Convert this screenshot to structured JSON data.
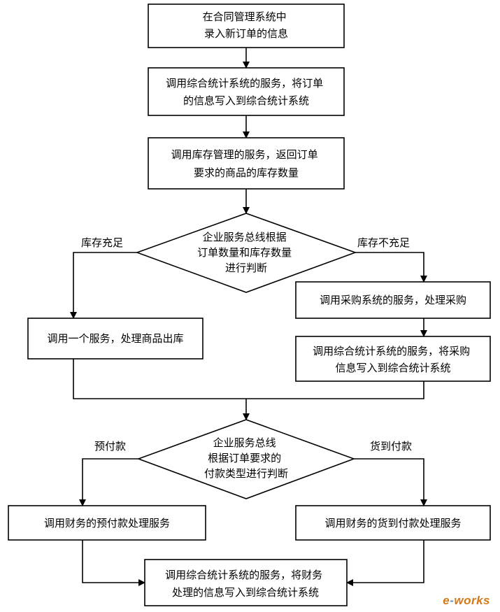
{
  "nodes": {
    "enter_order": [
      "在合同管理系统中",
      "录入新订单的信息"
    ],
    "write_order_stats": [
      "调用综合统计系统的服务，将订单",
      "的信息写入到综合统计系统"
    ],
    "query_inventory": [
      "调用库存管理的服务，返回订单",
      "要求的商品的库存数量"
    ],
    "decision_inventory": [
      "企业服务总线根据",
      "订单数量和库存数量",
      "进行判断"
    ],
    "ship_goods": [
      "调用一个服务，处理商品出库"
    ],
    "purchase": [
      "调用采购系统的服务，处理采购"
    ],
    "write_purchase_stats": [
      "调用综合统计系统的服务，将采购",
      "信息写入到综合统计系统"
    ],
    "decision_payment": [
      "企业服务总线",
      "根据订单要求的",
      "付款类型进行判断"
    ],
    "prepay": [
      "调用财务的预付款处理服务"
    ],
    "cod": [
      "调用财务的货到付款处理服务"
    ],
    "write_finance_stats": [
      "调用综合统计系统的服务，将财务",
      "处理的信息写入到综合统计系统"
    ]
  },
  "edge_labels": {
    "stock_enough": "库存充足",
    "stock_short": "库存不充足",
    "prepayment": "预付款",
    "cash_on_delivery": "货到付款"
  },
  "watermark": {
    "prefix": "e",
    "dash": "-",
    "suffix": "works"
  },
  "colors": {
    "line": "#000000",
    "watermark": "#d4781a"
  }
}
